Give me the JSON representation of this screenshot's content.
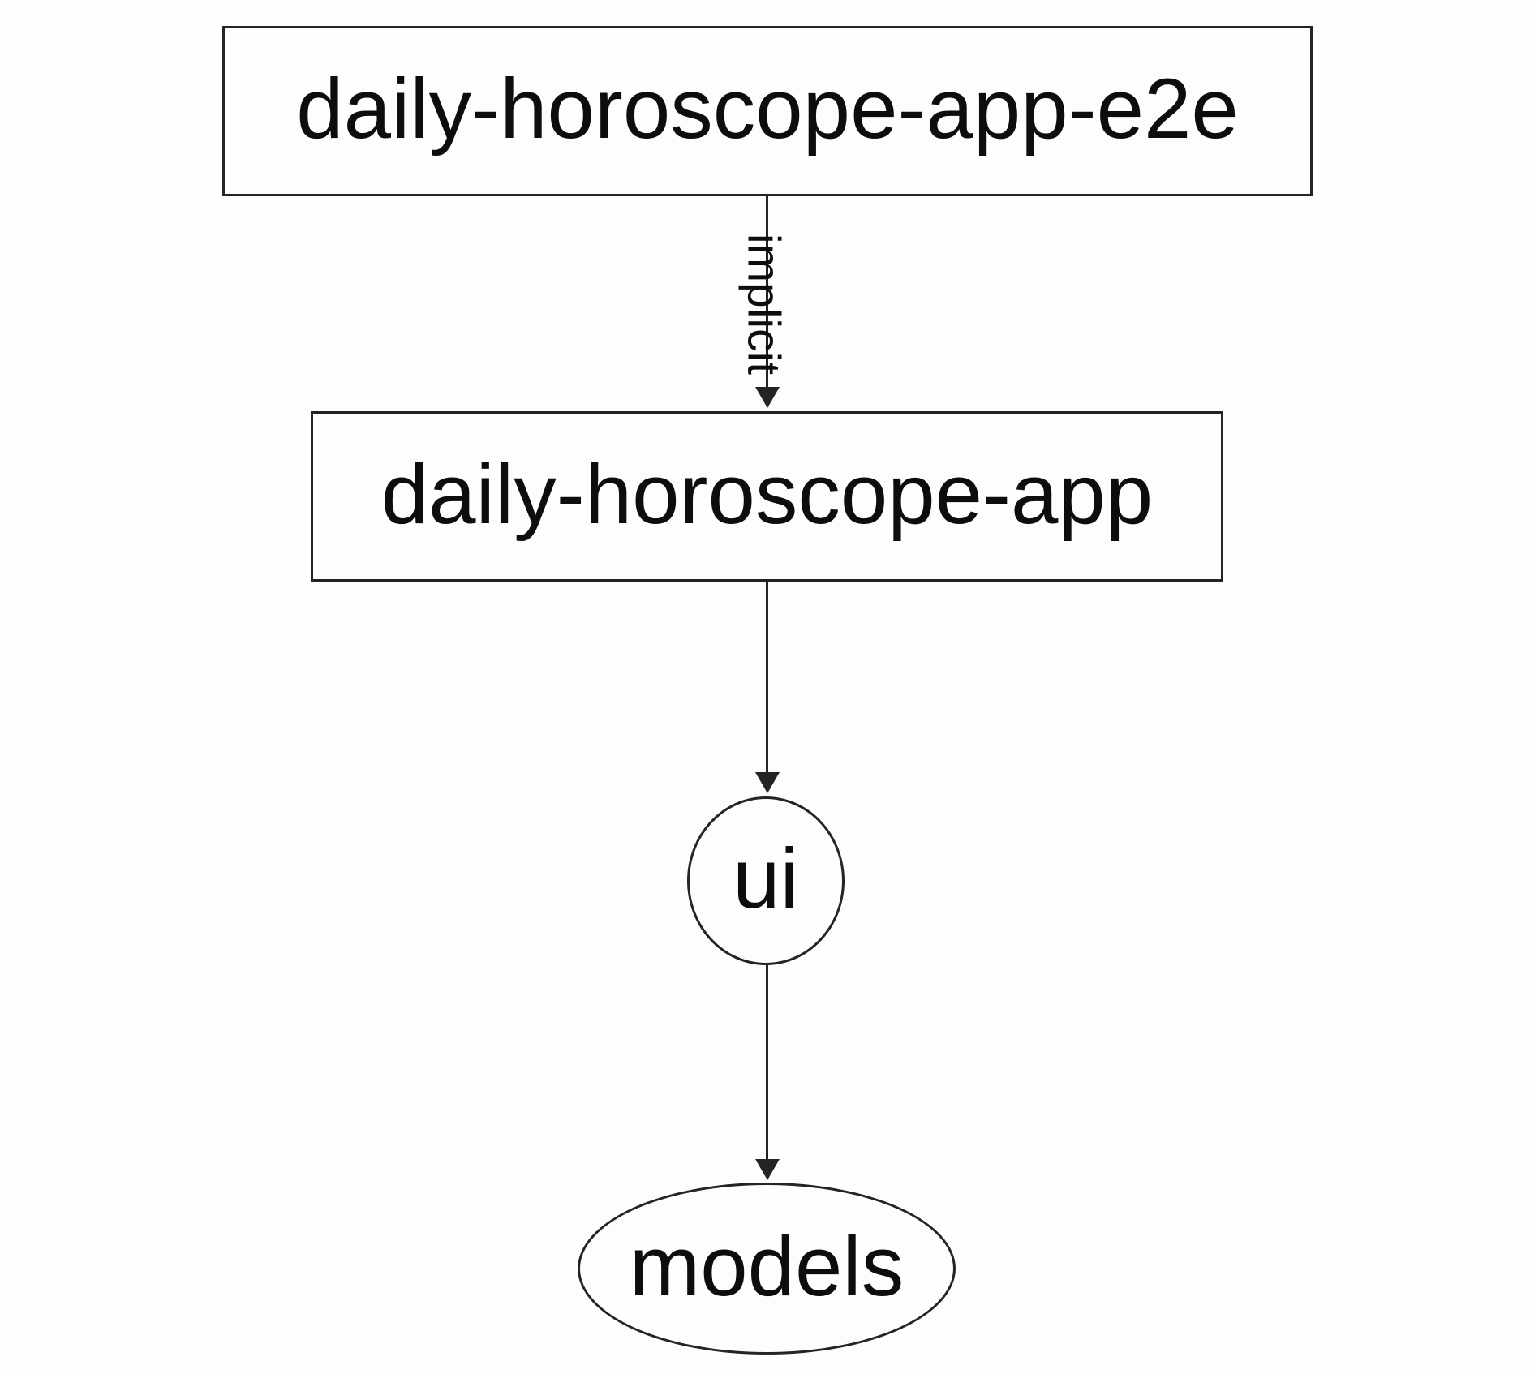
{
  "diagram": {
    "type": "dependency-graph",
    "background_color": "#fdfdfd",
    "stroke_color": "#242424",
    "text_color": "#0d0d0d",
    "nodes": [
      {
        "id": "daily-horoscope-app-e2e",
        "label": "daily-horoscope-app-e2e",
        "shape": "rectangle"
      },
      {
        "id": "daily-horoscope-app",
        "label": "daily-horoscope-app",
        "shape": "rectangle"
      },
      {
        "id": "ui",
        "label": "ui",
        "shape": "ellipse"
      },
      {
        "id": "models",
        "label": "models",
        "shape": "ellipse"
      }
    ],
    "edges": [
      {
        "from": "daily-horoscope-app-e2e",
        "to": "daily-horoscope-app",
        "label": "implicit",
        "label_rotation_deg": 90
      },
      {
        "from": "daily-horoscope-app",
        "to": "ui",
        "label": ""
      },
      {
        "from": "ui",
        "to": "models",
        "label": ""
      }
    ]
  }
}
